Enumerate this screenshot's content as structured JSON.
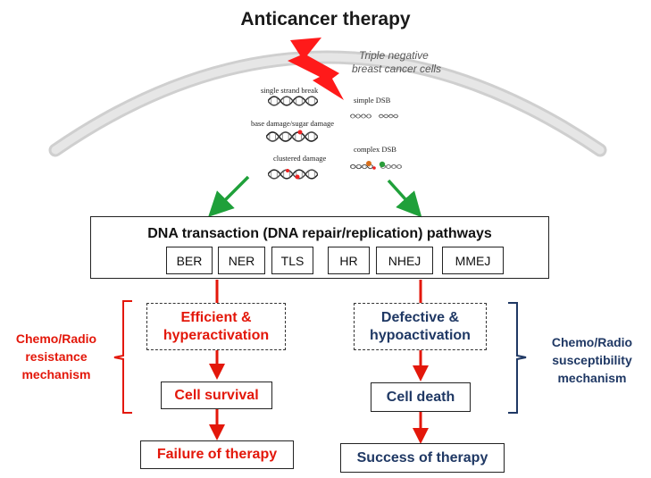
{
  "title": "Anticancer therapy",
  "cell_label": [
    "Triple negative",
    "breast cancer cells"
  ],
  "damage_types": {
    "single_strand_break": "single strand break",
    "base_sugar_damage": "base damage/sugar damage",
    "clustered_damage": "clustered damage",
    "simple_dsb": "simple DSB",
    "complex_dsb": "complex DSB"
  },
  "pathways": {
    "title": "DNA transaction (DNA repair/replication) pathways",
    "items": [
      "BER",
      "NER",
      "TLS",
      "HR",
      "NHEJ",
      "MMEJ"
    ]
  },
  "left_branch": {
    "state": [
      "Efficient &",
      "hyperactivation"
    ],
    "outcome": "Cell survival",
    "result": "Failure of therapy",
    "mechanism": [
      "Chemo/Radio",
      "resistance",
      "mechanism"
    ]
  },
  "right_branch": {
    "state": [
      "Defective &",
      "hypoactivation"
    ],
    "outcome": "Cell death",
    "result": "Success of therapy",
    "mechanism": [
      "Chemo/Radio",
      "susceptibility",
      "mechanism"
    ]
  },
  "colors": {
    "red": "#e3170a",
    "navy": "#1f3864",
    "green_arrow": "#1fa03a",
    "membrane": "#d9d9d9"
  },
  "icons": [
    "lightning-bolt-icon",
    "dna-helix-icon"
  ]
}
